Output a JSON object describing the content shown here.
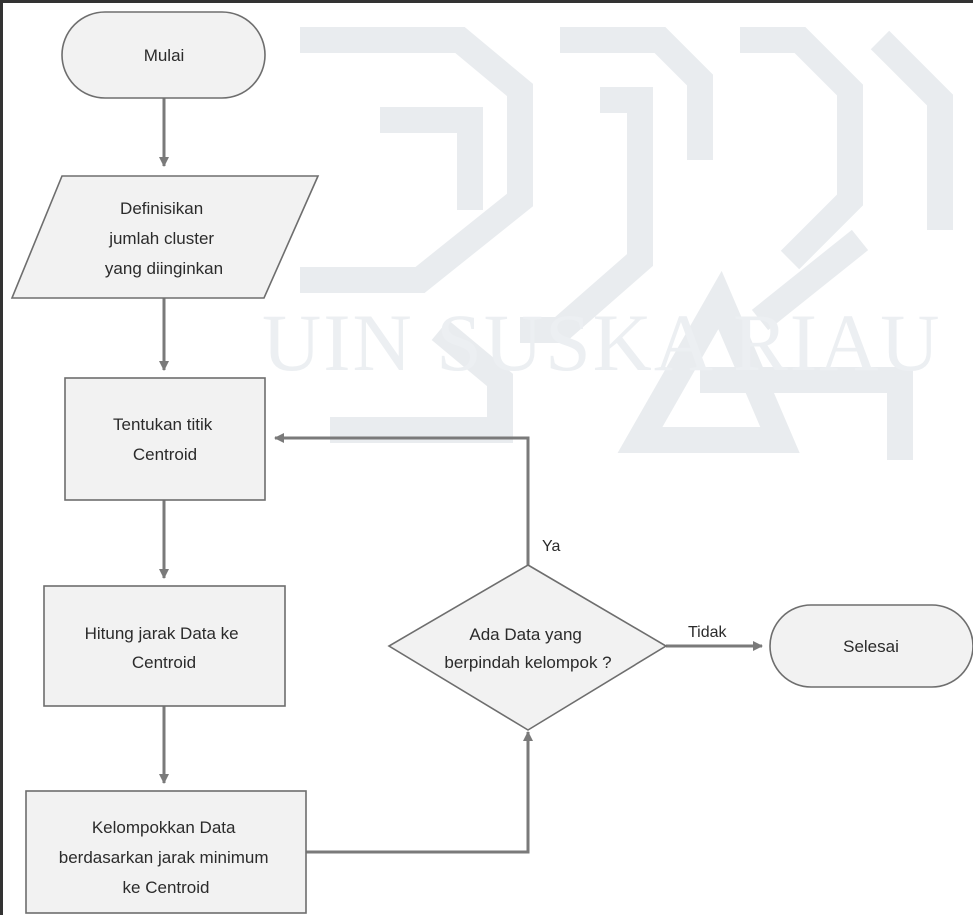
{
  "watermark": {
    "text": "UIN SUSKA RIAU"
  },
  "nodes": {
    "start": {
      "lines": [
        "Mulai"
      ]
    },
    "input": {
      "lines": [
        "Definisikan",
        "jumlah cluster",
        "yang diinginkan"
      ]
    },
    "centroid": {
      "lines": [
        "Tentukan titik",
        "Centroid"
      ]
    },
    "distance": {
      "lines": [
        "Hitung jarak Data ke",
        "Centroid"
      ]
    },
    "group": {
      "lines": [
        "Kelompokkan Data",
        "berdasarkan jarak minimum",
        "ke Centroid"
      ]
    },
    "decision": {
      "lines": [
        "Ada Data yang",
        "berpindah kelompok ?"
      ]
    },
    "end": {
      "lines": [
        "Selesai"
      ]
    }
  },
  "edges": {
    "yes_label": "Ya",
    "no_label": "Tidak"
  },
  "colors": {
    "shape_fill": "#f2f2f2",
    "shape_stroke": "#6e6e6e",
    "arrow": "#7a7a7a",
    "watermark": "#e9ecef"
  }
}
